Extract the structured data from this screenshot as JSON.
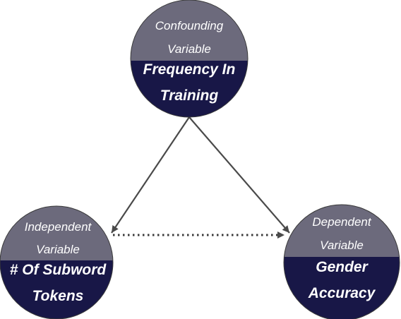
{
  "colors": {
    "role_band": "#6c6a7c",
    "name_band": "#181747",
    "outline": "#3a3a3a",
    "arrow": "#4a4a4a"
  },
  "nodes": {
    "confounding": {
      "role_line1": "Confounding",
      "role_line2": "Variable",
      "name_line1": "Frequency In",
      "name_line2": "Training"
    },
    "independent": {
      "role_line1": "Independent",
      "role_line2": "Variable",
      "name_line1": "# Of Subword",
      "name_line2": "Tokens"
    },
    "dependent": {
      "role_line1": "Dependent",
      "role_line2": "Variable",
      "name_line1": "Gender",
      "name_line2": "Accuracy"
    }
  },
  "edges": [
    {
      "from": "confounding",
      "to": "independent",
      "style": "solid"
    },
    {
      "from": "confounding",
      "to": "dependent",
      "style": "solid"
    },
    {
      "from": "independent",
      "to": "dependent",
      "style": "dotted"
    }
  ]
}
